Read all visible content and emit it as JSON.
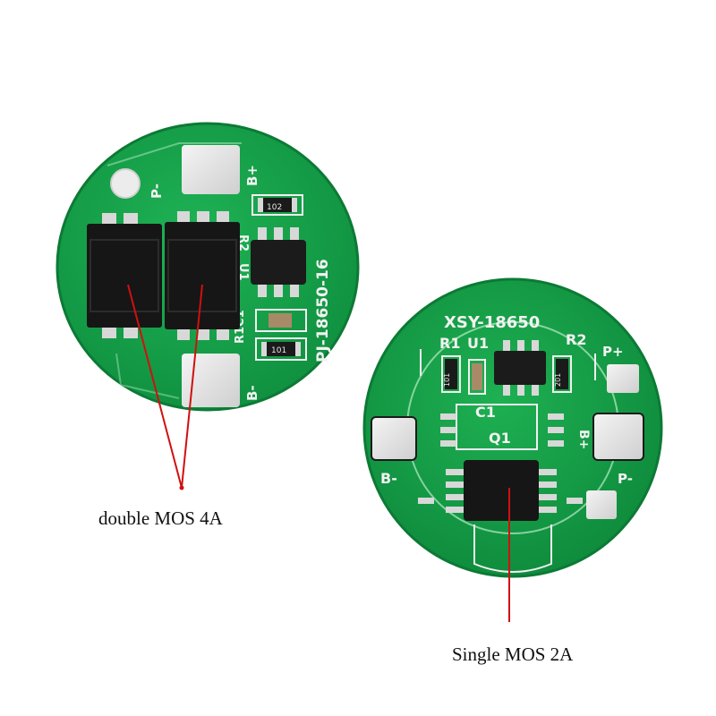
{
  "captions": {
    "left": "double MOS 4A",
    "right": "Single MOS 2A"
  },
  "board_left": {
    "silkscreen_model": "PJ-18650-16",
    "pad_labels": {
      "p_minus": "P-",
      "b_plus": "B+",
      "b_minus": "B-"
    },
    "ref_labels": {
      "r2": "R2",
      "u1": "U1",
      "r1c1": "R1C1"
    },
    "resistor_codes": {
      "top": "102",
      "bottom": "101"
    }
  },
  "board_right": {
    "silkscreen_model": "XSY-18650",
    "pad_labels": {
      "p_plus": "P+",
      "b_plus": "B+",
      "b_minus": "B-",
      "p_minus": "P-"
    },
    "ref_labels": {
      "r1": "R1",
      "u1": "U1",
      "r2": "R2",
      "c1": "C1",
      "q1": "Q1"
    },
    "resistor_codes": {
      "r1": "101",
      "r2": "201"
    }
  },
  "colors": {
    "pcb_green": "#14a24a",
    "pcb_edge": "#0e8a3c",
    "pad_silver": "#e6e6e6",
    "chip_black": "#161616",
    "pointer_red": "#d01010",
    "silkscreen": "#f2f2f2"
  }
}
